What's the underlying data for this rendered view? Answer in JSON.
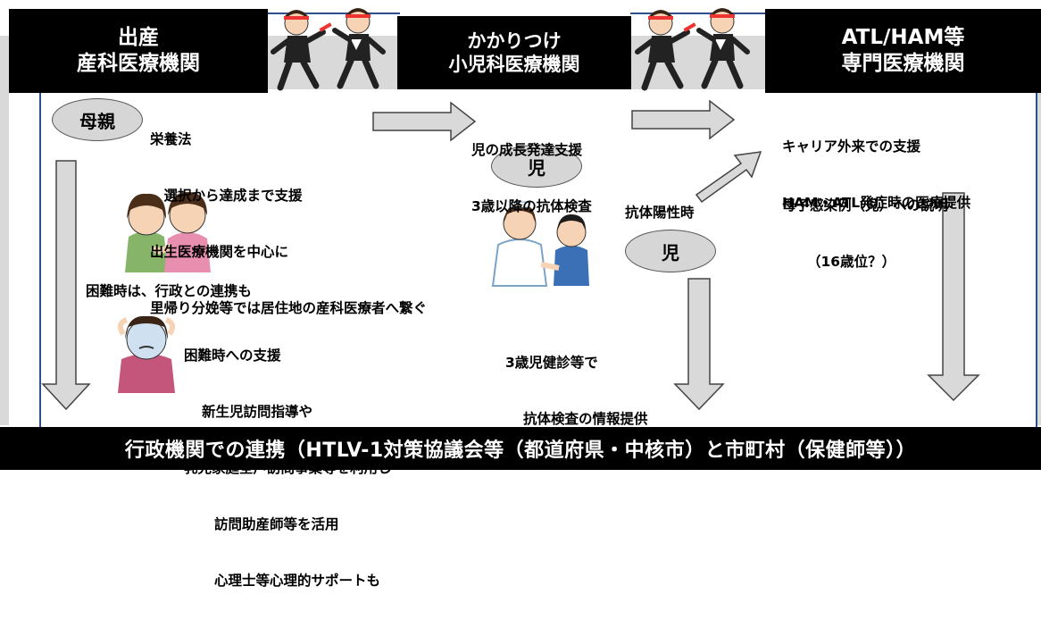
{
  "stages": [
    {
      "line1": "出産",
      "line2": "産科医療機関"
    },
    {
      "line1": "かかりつけ",
      "line2": "小児科医療機関"
    },
    {
      "line1": "ATL/HAM等",
      "line2": "専門医療機関"
    }
  ],
  "mother_label": "母親",
  "child_label_1": "児",
  "child_label_2": "児",
  "obstetric_text": [
    "栄養法",
    "　選択から達成まで支援",
    "出生医療機関を中心に",
    "里帰り分娩等では居住地の産科医療者へ繋ぐ"
  ],
  "pediatric_text": [
    "児の成長発達支援",
    "3歳以降の抗体検査"
  ],
  "antibody_positive": "抗体陽性時",
  "specialist_text": [
    "キャリア外来での支援",
    "HAM・ATL発症時の医療提供"
  ],
  "child_explanation": [
    "母子感染例（児）への説明",
    "（16歳位？）"
  ],
  "difficulty_title": "困難時は、行政との連携も",
  "difficulty_support": [
    "困難時への支援",
    "新生児訪問指導や",
    "乳児家庭全戸訪問事業等を利用し",
    "訪問助産師等を活用",
    "心理士等心理的サポートも"
  ],
  "checkup_text": [
    "3歳児健診等で",
    "抗体検査の情報提供"
  ],
  "bottom_banner": "行政機関での連携（HTLV-1対策協議会等（都道府県・中核市）と市町村（保健師等））",
  "colors": {
    "arrow_fill": "#d9d9d9",
    "oval_fill": "#d6d6d6",
    "header_bg": "#000000",
    "frame_border": "#2f4f8f"
  }
}
